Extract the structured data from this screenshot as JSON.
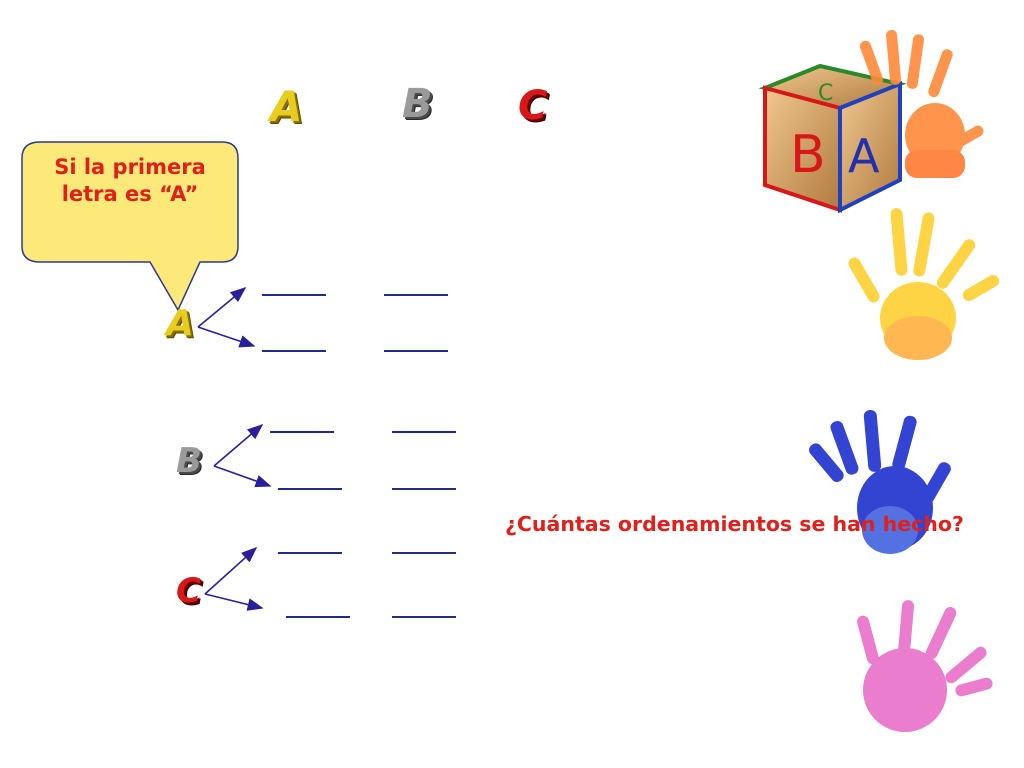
{
  "header_letters": [
    "A",
    "B",
    "C"
  ],
  "bubble": {
    "text_line1": "Si la primera",
    "text_line2": "letra es “A”"
  },
  "tree_roots": [
    "A",
    "B",
    "C"
  ],
  "question": "¿Cuántas ordenamientos se han hecho?",
  "cube": {
    "faces": [
      "B",
      "A",
      "C"
    ]
  },
  "colors": {
    "accent_red": "#e0201a",
    "arrow_blue": "#2a1f9a",
    "bubble_fill": "#fde87a"
  }
}
